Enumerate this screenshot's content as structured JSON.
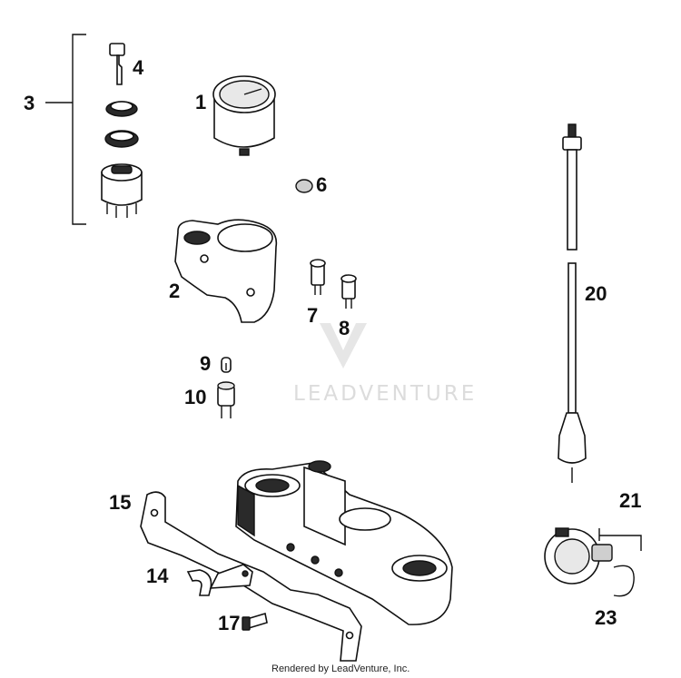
{
  "callouts": {
    "c1": "1",
    "c2": "2",
    "c3": "3",
    "c4": "4",
    "c6": "6",
    "c7": "7",
    "c8": "8",
    "c9": "9",
    "c10": "10",
    "c14": "14",
    "c15": "15",
    "c17": "17",
    "c20": "20",
    "c21": "21",
    "c23": "23"
  },
  "watermark": "LEADVENTURE",
  "footer": "Rendered by LeadVenture, Inc.",
  "colors": {
    "ink": "#111111",
    "watermark": "#dcdcdc",
    "background": "#ffffff"
  }
}
